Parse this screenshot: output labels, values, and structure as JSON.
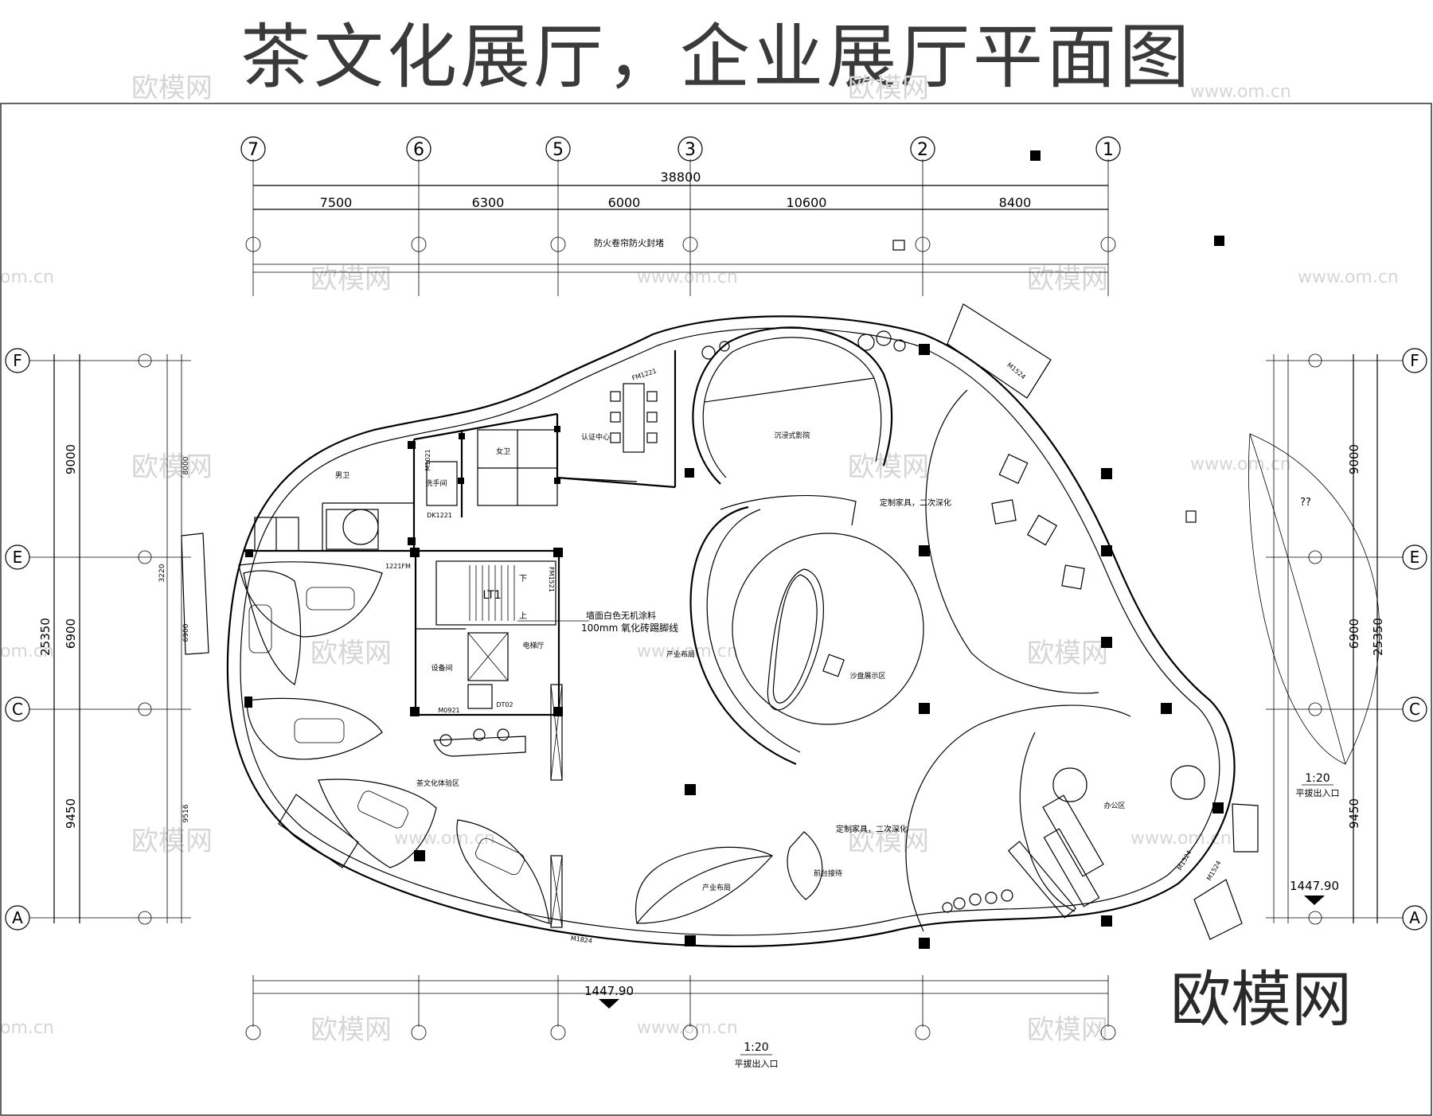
{
  "title": "茶文化展厅，企业展厅平面图",
  "brand": "欧模网",
  "watermark": {
    "logo": "欧模网",
    "site": "www.om.cn",
    "site_short": "om.cn"
  },
  "grid": {
    "cols_top": [
      "⑦",
      "⑥",
      "⑤",
      "③",
      "②",
      "①"
    ],
    "col_labels": [
      "7",
      "6",
      "5",
      "3",
      "2",
      "1"
    ],
    "rows": [
      "F",
      "E",
      "C",
      "A"
    ],
    "total_width": "38800",
    "spans": [
      "7500",
      "6300",
      "6000",
      "10600",
      "8400"
    ],
    "total_depth": "25350",
    "row_spans": [
      "9000",
      "6900",
      "9450"
    ],
    "inner_spans": [
      "8000",
      "3220",
      "6900",
      "9516"
    ]
  },
  "labels": {
    "fire_wall": "防火卷帘防火封堵",
    "lt1": "LT1",
    "wall_note_1": "墙面白色无机涂料",
    "wall_note_2": "100mm 氧化砖踢脚线",
    "custom_furniture": "定制家具，二次深化",
    "custom_furniture_2": "定制家具，二次深化",
    "scale_1": "1:20",
    "exit_1": "平拔出入口",
    "scale_2": "1:20",
    "exit_2": "平拔出入口",
    "elevation_1": "1447.90",
    "elevation_2": "1447.90",
    "qq": "??",
    "fm": "FM1221",
    "dk": "DK1221",
    "m1": "M1021",
    "m2": "M0921",
    "m3": "M1824",
    "m4": "M1524",
    "m5": "M1524",
    "fm2": "FM1521",
    "fm3": "1221FM",
    "dt": "DT02",
    "down": "下",
    "up": "上"
  },
  "rooms": [
    "男卫",
    "洗手间",
    "女卫",
    "认证中心",
    "沉浸式影院",
    "茶文化体验区",
    "产业布局",
    "沙盘展示区",
    "产业布局",
    "前台接待",
    "办公区",
    "设备间",
    "电梯厅"
  ]
}
